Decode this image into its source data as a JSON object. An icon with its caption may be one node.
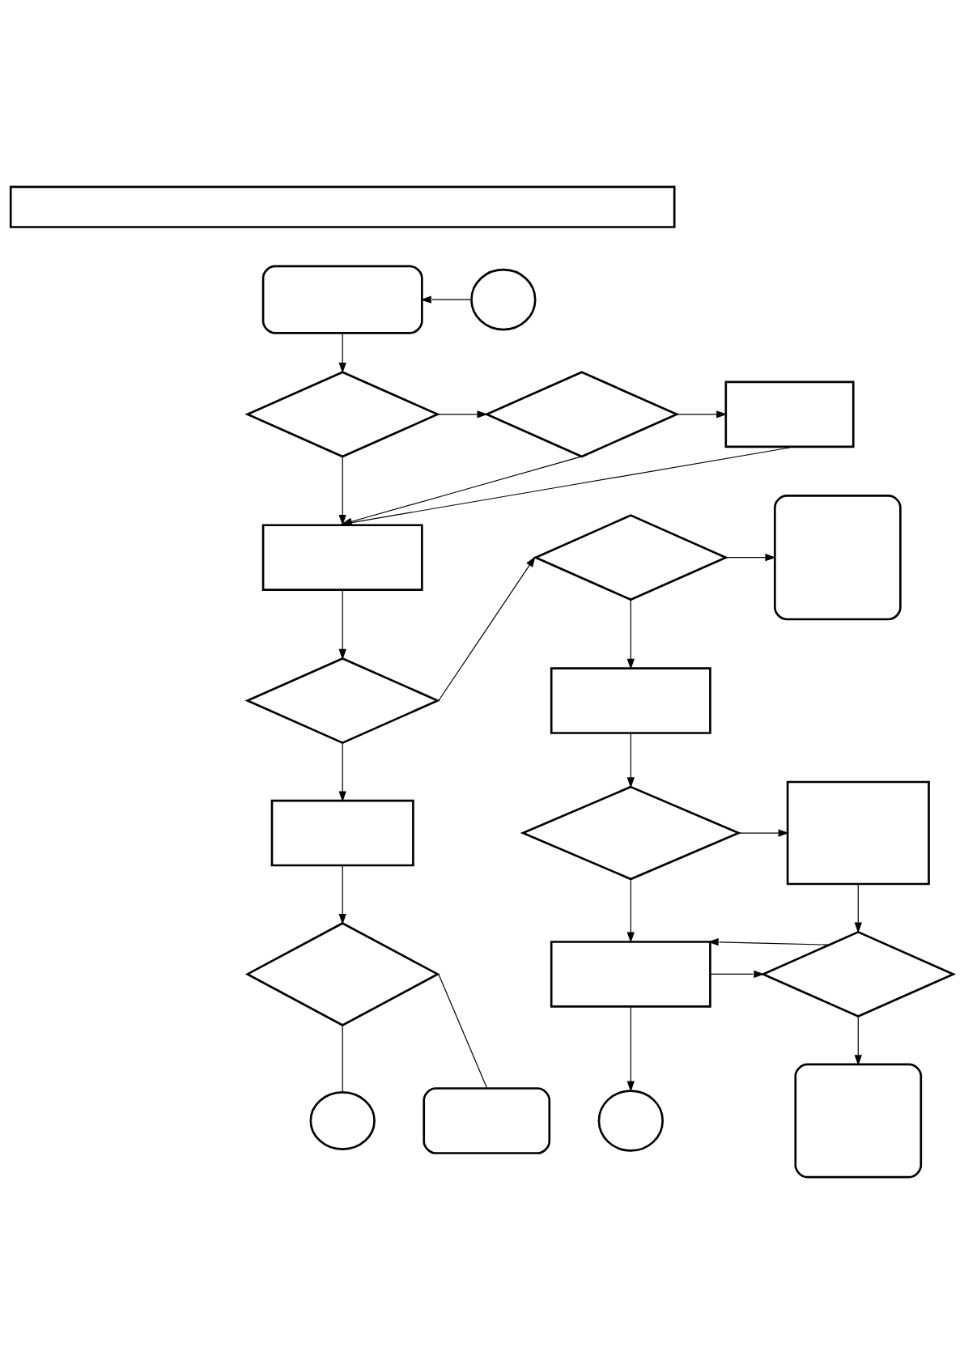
{
  "diagram": {
    "nodes": [
      {
        "text": [],
        "shape": "box"
      },
      {
        "text": [],
        "shape": "stadium"
      },
      {
        "text": [],
        "shape": "circle"
      },
      {
        "text": [],
        "shape": "diamond"
      },
      {
        "text": [],
        "shape": "diamond"
      },
      {
        "text": [],
        "shape": "box"
      },
      {
        "text": [],
        "shape": "box"
      },
      {
        "text": [],
        "shape": "diamond"
      },
      {
        "text": [],
        "shape": "stadium"
      },
      {
        "text": [],
        "shape": "diamond"
      },
      {
        "text": [],
        "shape": "box"
      },
      {
        "text": [],
        "shape": "diamond"
      },
      {
        "text": [],
        "shape": "box"
      },
      {
        "text": [],
        "shape": "box"
      },
      {
        "text": [],
        "shape": "box"
      },
      {
        "text": [],
        "shape": "diamond"
      },
      {
        "text": [],
        "shape": "diamond"
      },
      {
        "text": [],
        "shape": "circle"
      },
      {
        "text": [],
        "shape": "stadium"
      },
      {
        "text": [],
        "shape": "circle"
      },
      {
        "text": [],
        "shape": "stadium"
      }
    ],
    "edges": [
      {
        "from": 2,
        "to": 1,
        "arrow": "to"
      },
      {
        "from": 1,
        "to": 3,
        "arrow": "to"
      },
      {
        "from": 3,
        "to": 4,
        "arrow": "to"
      },
      {
        "from": 4,
        "to": 5,
        "arrow": "to"
      },
      {
        "from": 5,
        "to": 6,
        "arrow": "to"
      },
      {
        "from": 4,
        "to": 6,
        "arrow": "to"
      },
      {
        "from": 3,
        "to": 6,
        "arrow": "to"
      },
      {
        "from": 6,
        "to": 9,
        "arrow": "to"
      },
      {
        "from": 9,
        "to": 7,
        "arrow": "to"
      },
      {
        "from": 7,
        "to": 8,
        "arrow": "to"
      },
      {
        "from": 7,
        "to": 10,
        "arrow": "to"
      },
      {
        "from": 10,
        "to": 11,
        "arrow": "to"
      },
      {
        "from": 11,
        "to": 12,
        "arrow": "to"
      },
      {
        "from": 9,
        "to": 13,
        "arrow": "to"
      },
      {
        "from": 13,
        "to": 16,
        "arrow": "to"
      },
      {
        "from": 12,
        "to": 15,
        "arrow": "to"
      },
      {
        "from": 11,
        "to": 14,
        "arrow": "to"
      },
      {
        "from": 15,
        "to": 14,
        "arrow": "to"
      },
      {
        "from": 14,
        "to": 15,
        "arrow": "to"
      },
      {
        "from": 14,
        "to": 19,
        "arrow": "to"
      },
      {
        "from": 15,
        "to": 20,
        "arrow": "to"
      },
      {
        "from": 16,
        "to": 17,
        "arrow": "none"
      },
      {
        "from": 16,
        "to": 18,
        "arrow": "none"
      }
    ]
  }
}
